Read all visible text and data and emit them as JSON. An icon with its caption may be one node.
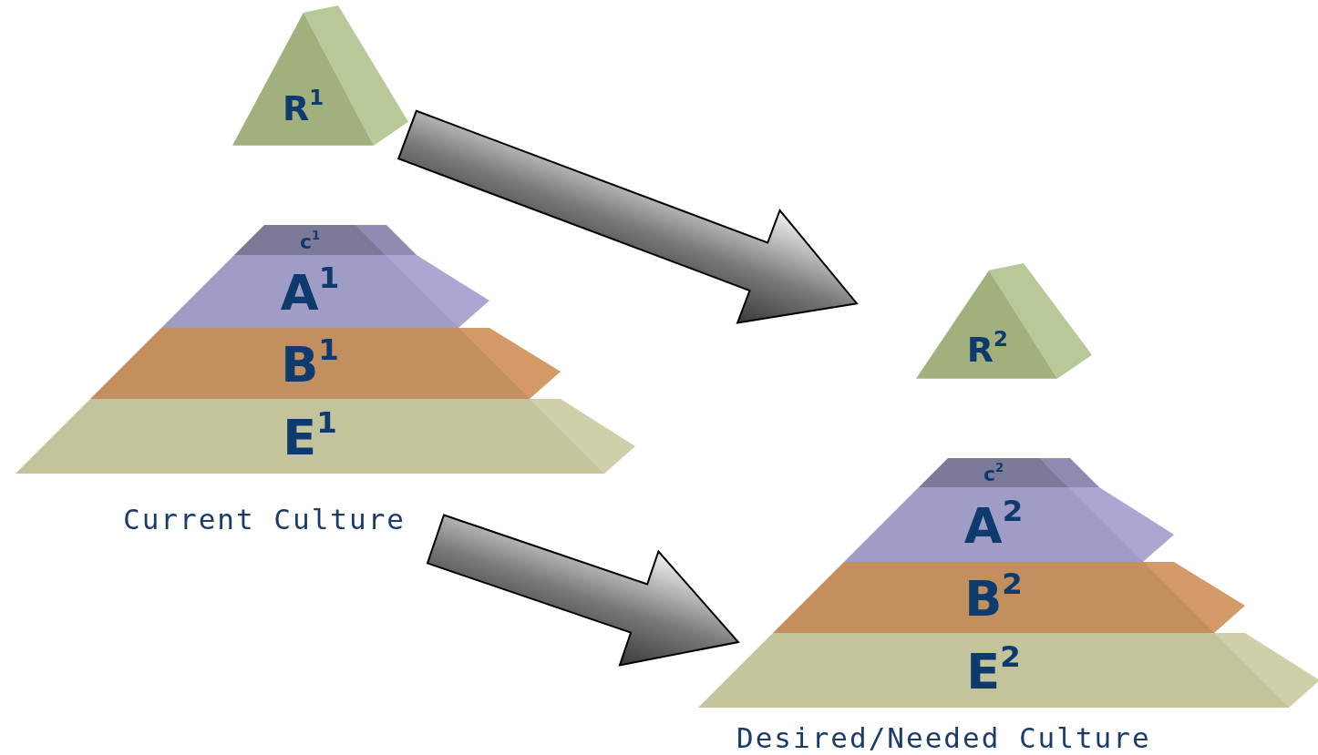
{
  "diagram": {
    "nodes": [
      {
        "text": [
          "R$^{1}$"
        ]
      },
      {
        "text": [
          "Current Culture"
        ]
      },
      {
        "text": [
          "c$^{1}$"
        ],
        "in": 1
      },
      {
        "text": [
          "A$^{1}$"
        ],
        "in": 1
      },
      {
        "text": [
          "B$^{1}$"
        ],
        "in": 1
      },
      {
        "text": [
          "E$^{1}$"
        ],
        "in": 1
      },
      {
        "text": [
          "R$^{2}$"
        ]
      },
      {
        "text": [
          "Desired/Needed Culture"
        ]
      },
      {
        "text": [
          "c$^{2}$"
        ],
        "in": 7
      },
      {
        "text": [
          "A$^{2}$"
        ],
        "in": 7
      },
      {
        "text": [
          "B$^{2}$"
        ],
        "in": 7
      },
      {
        "text": [
          "E$^{2}$"
        ],
        "in": 7
      }
    ],
    "edges": [
      {
        "from": 0,
        "to": 6,
        "arrow": "to"
      },
      {
        "from": 1,
        "to": 7,
        "arrow": "to"
      }
    ]
  }
}
